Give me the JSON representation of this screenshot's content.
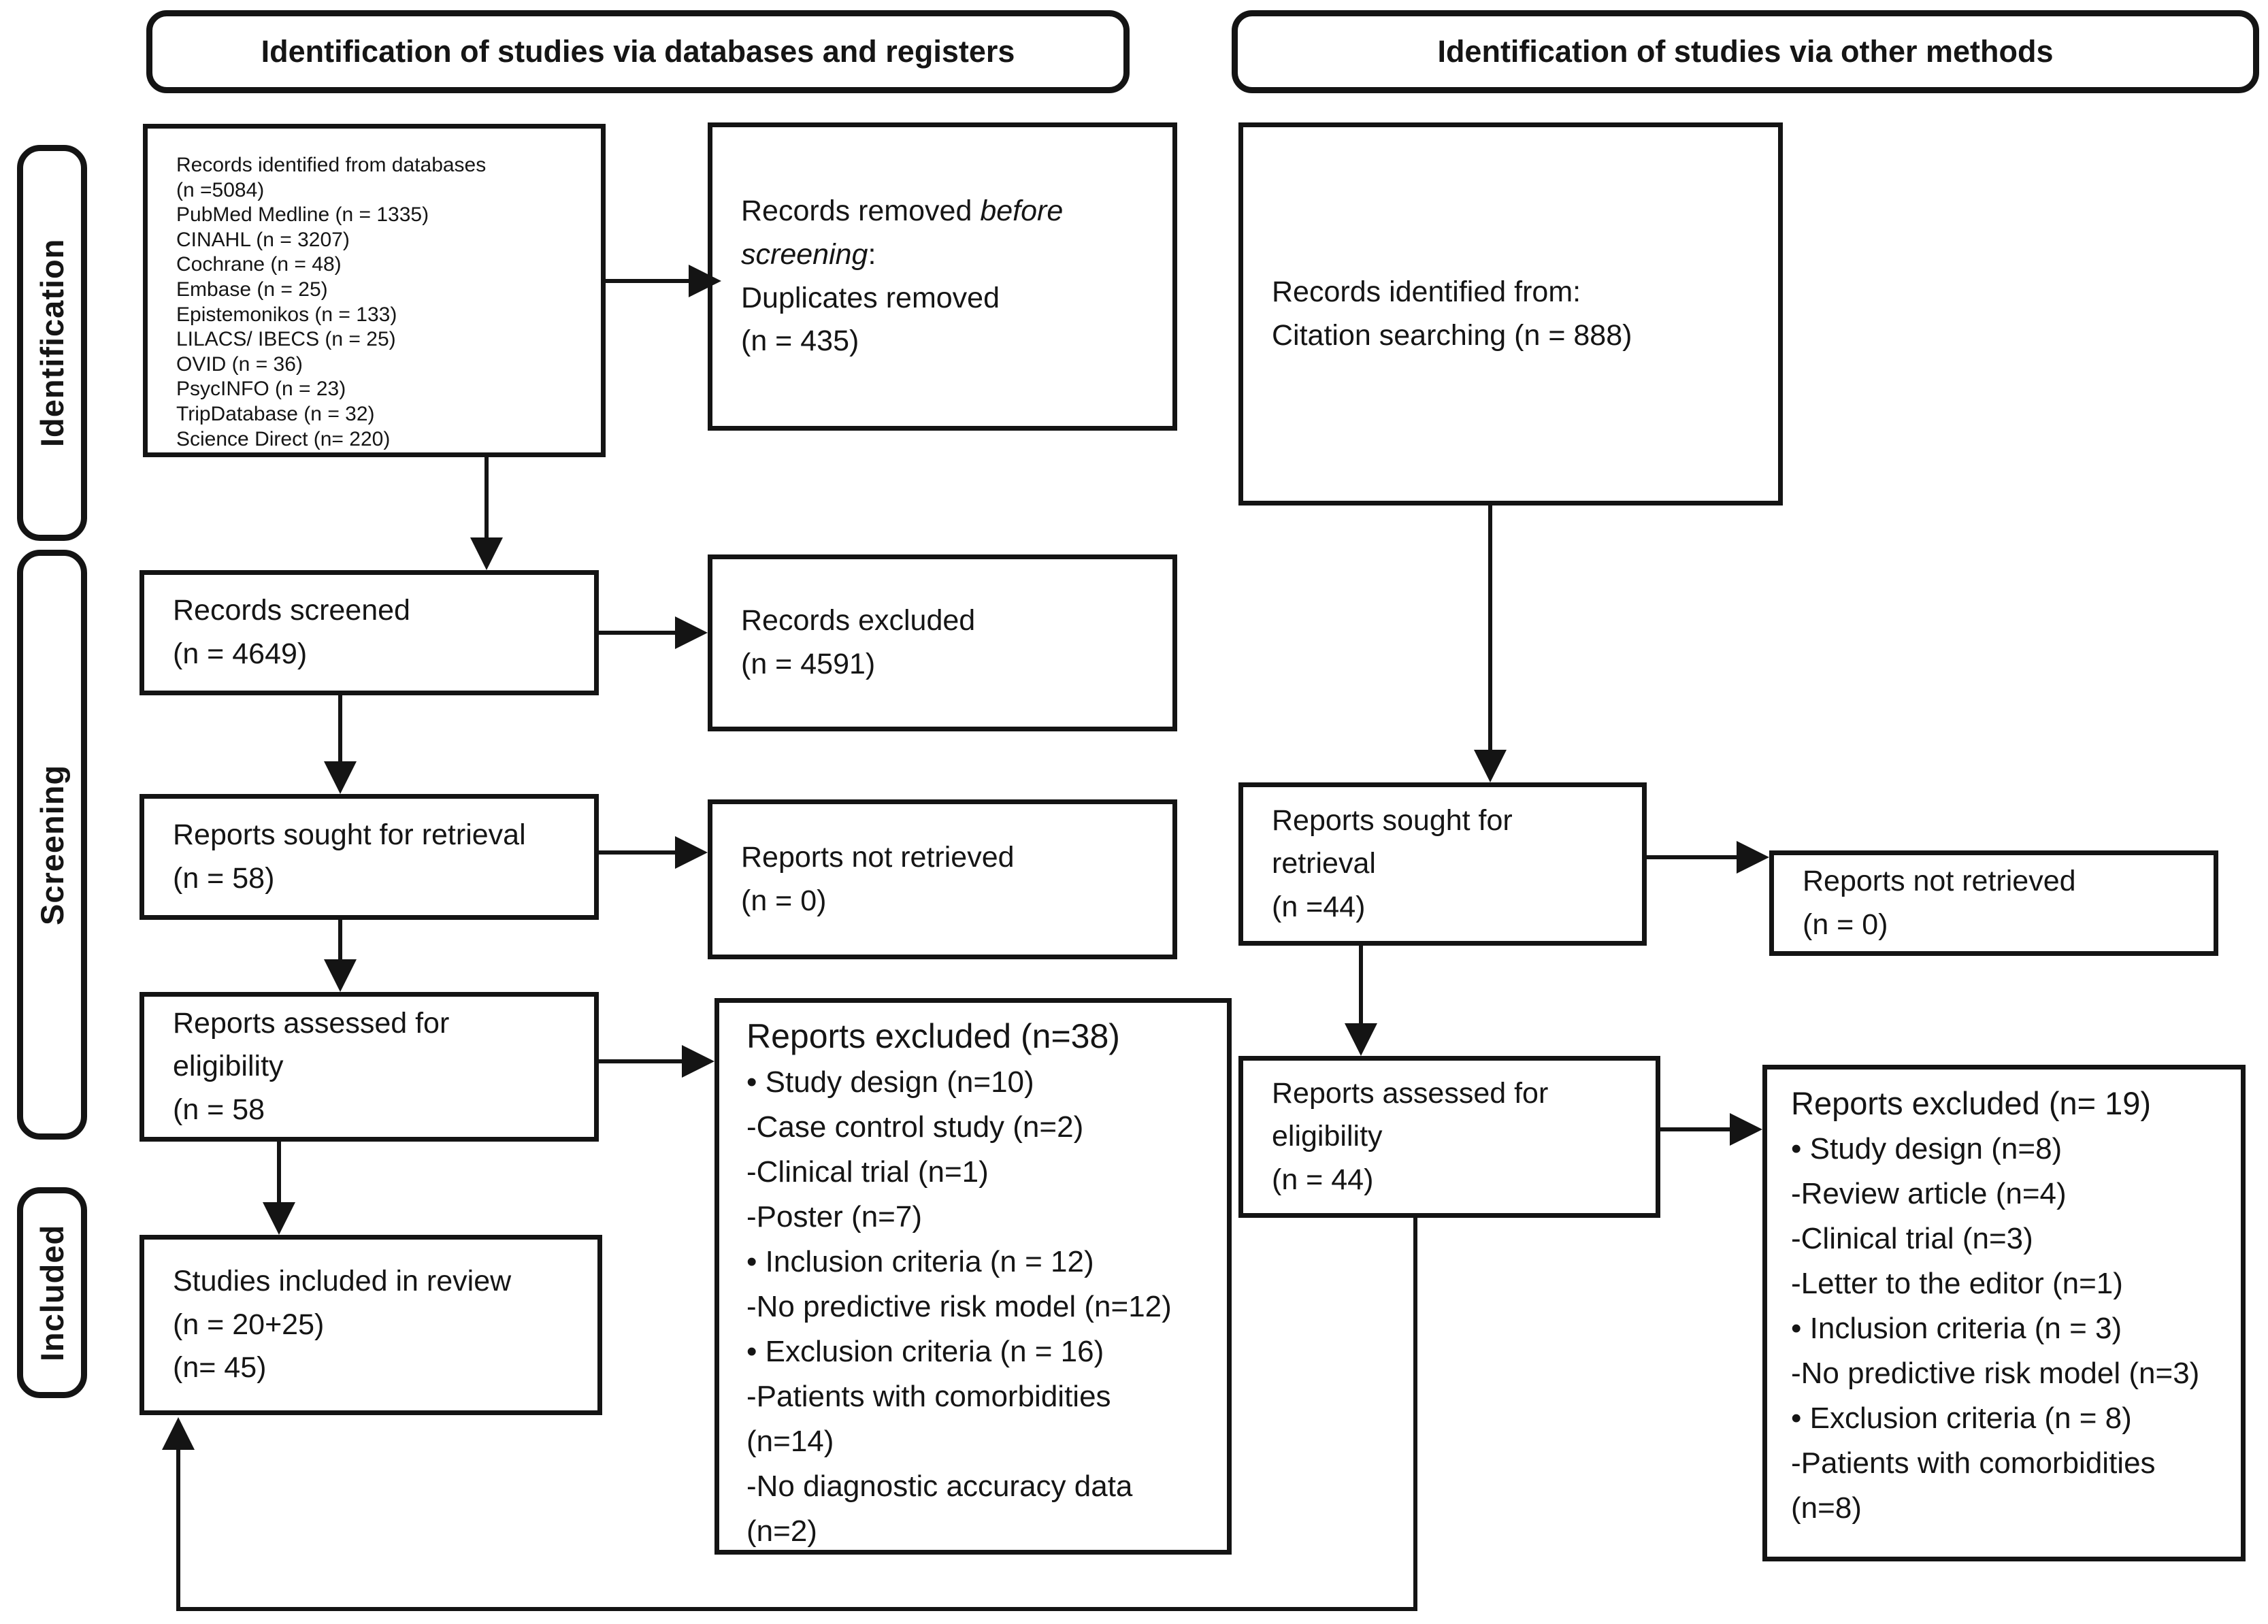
{
  "headers": {
    "databases": "Identification of studies via databases and registers",
    "other": "Identification of studies via other methods"
  },
  "sidebar": {
    "identification": "Identification",
    "screening": "Screening",
    "included": "Included"
  },
  "left_column": {
    "records_identified": {
      "lines": [
        "Records identified from databases",
        "(n =5084)",
        "PubMed Medline (n = 1335)",
        "CINAHL (n = 3207)",
        "Cochrane (n = 48)",
        "Embase (n = 25)",
        "Epistemonikos (n = 133)",
        "LILACS/ IBECS (n = 25)",
        "OVID (n = 36)",
        "PsycINFO (n = 23)",
        "TripDatabase (n = 32)",
        "Science Direct (n= 220)"
      ]
    },
    "records_screened": {
      "lines": [
        "Records screened",
        "(n = 4649)"
      ]
    },
    "reports_sought": {
      "lines": [
        "Reports sought for retrieval",
        "(n = 58)"
      ]
    },
    "reports_assessed": {
      "lines": [
        "Reports assessed for",
        "eligibility",
        "(n = 58"
      ]
    },
    "studies_included": {
      "lines": [
        "Studies included in review",
        "(n = 20+25)",
        "(n= 45)"
      ]
    }
  },
  "middle_column": {
    "records_removed": {
      "prefix": "Records removed ",
      "italic": "before screening",
      "suffix": ":",
      "lines": [
        "Duplicates removed",
        "(n = 435)"
      ]
    },
    "records_excluded": {
      "lines": [
        "Records excluded",
        "(n = 4591)"
      ]
    },
    "reports_not_retrieved": {
      "lines": [
        "Reports not retrieved",
        "(n = 0)"
      ]
    },
    "reports_excluded_38": {
      "title": "Reports excluded (n=38)",
      "items": [
        "• Study design (n=10)",
        "-Case control study (n=2)",
        "-Clinical trial (n=1)",
        "-Poster (n=7)",
        "• Inclusion criteria (n = 12)",
        "-No predictive risk model (n=12)",
        "• Exclusion criteria (n = 16)",
        "-Patients with comorbidities",
        "(n=14)",
        "-No diagnostic accuracy data",
        "(n=2)"
      ]
    }
  },
  "right_column": {
    "records_identified_citation": {
      "lines": [
        "Records identified from:",
        "Citation searching (n = 888)"
      ]
    },
    "reports_sought": {
      "lines": [
        "Reports sought for",
        "retrieval",
        "(n =44)"
      ]
    },
    "reports_not_retrieved": {
      "lines": [
        "Reports not retrieved",
        "(n = 0)"
      ]
    },
    "reports_assessed": {
      "lines": [
        "Reports assessed for",
        "eligibility",
        "(n = 44)"
      ]
    },
    "reports_excluded_19": {
      "title": "Reports excluded (n= 19)",
      "items": [
        "• Study design (n=8)",
        "-Review article (n=4)",
        "-Clinical trial (n=3)",
        "-Letter to the editor (n=1)",
        "• Inclusion criteria (n = 3)",
        "-No predictive risk model (n=3)",
        "• Exclusion criteria (n = 8)",
        "-Patients with comorbidities",
        "(n=8)"
      ]
    }
  },
  "colors": {
    "border": "#141414",
    "background": "#ffffff",
    "text": "#151515"
  }
}
